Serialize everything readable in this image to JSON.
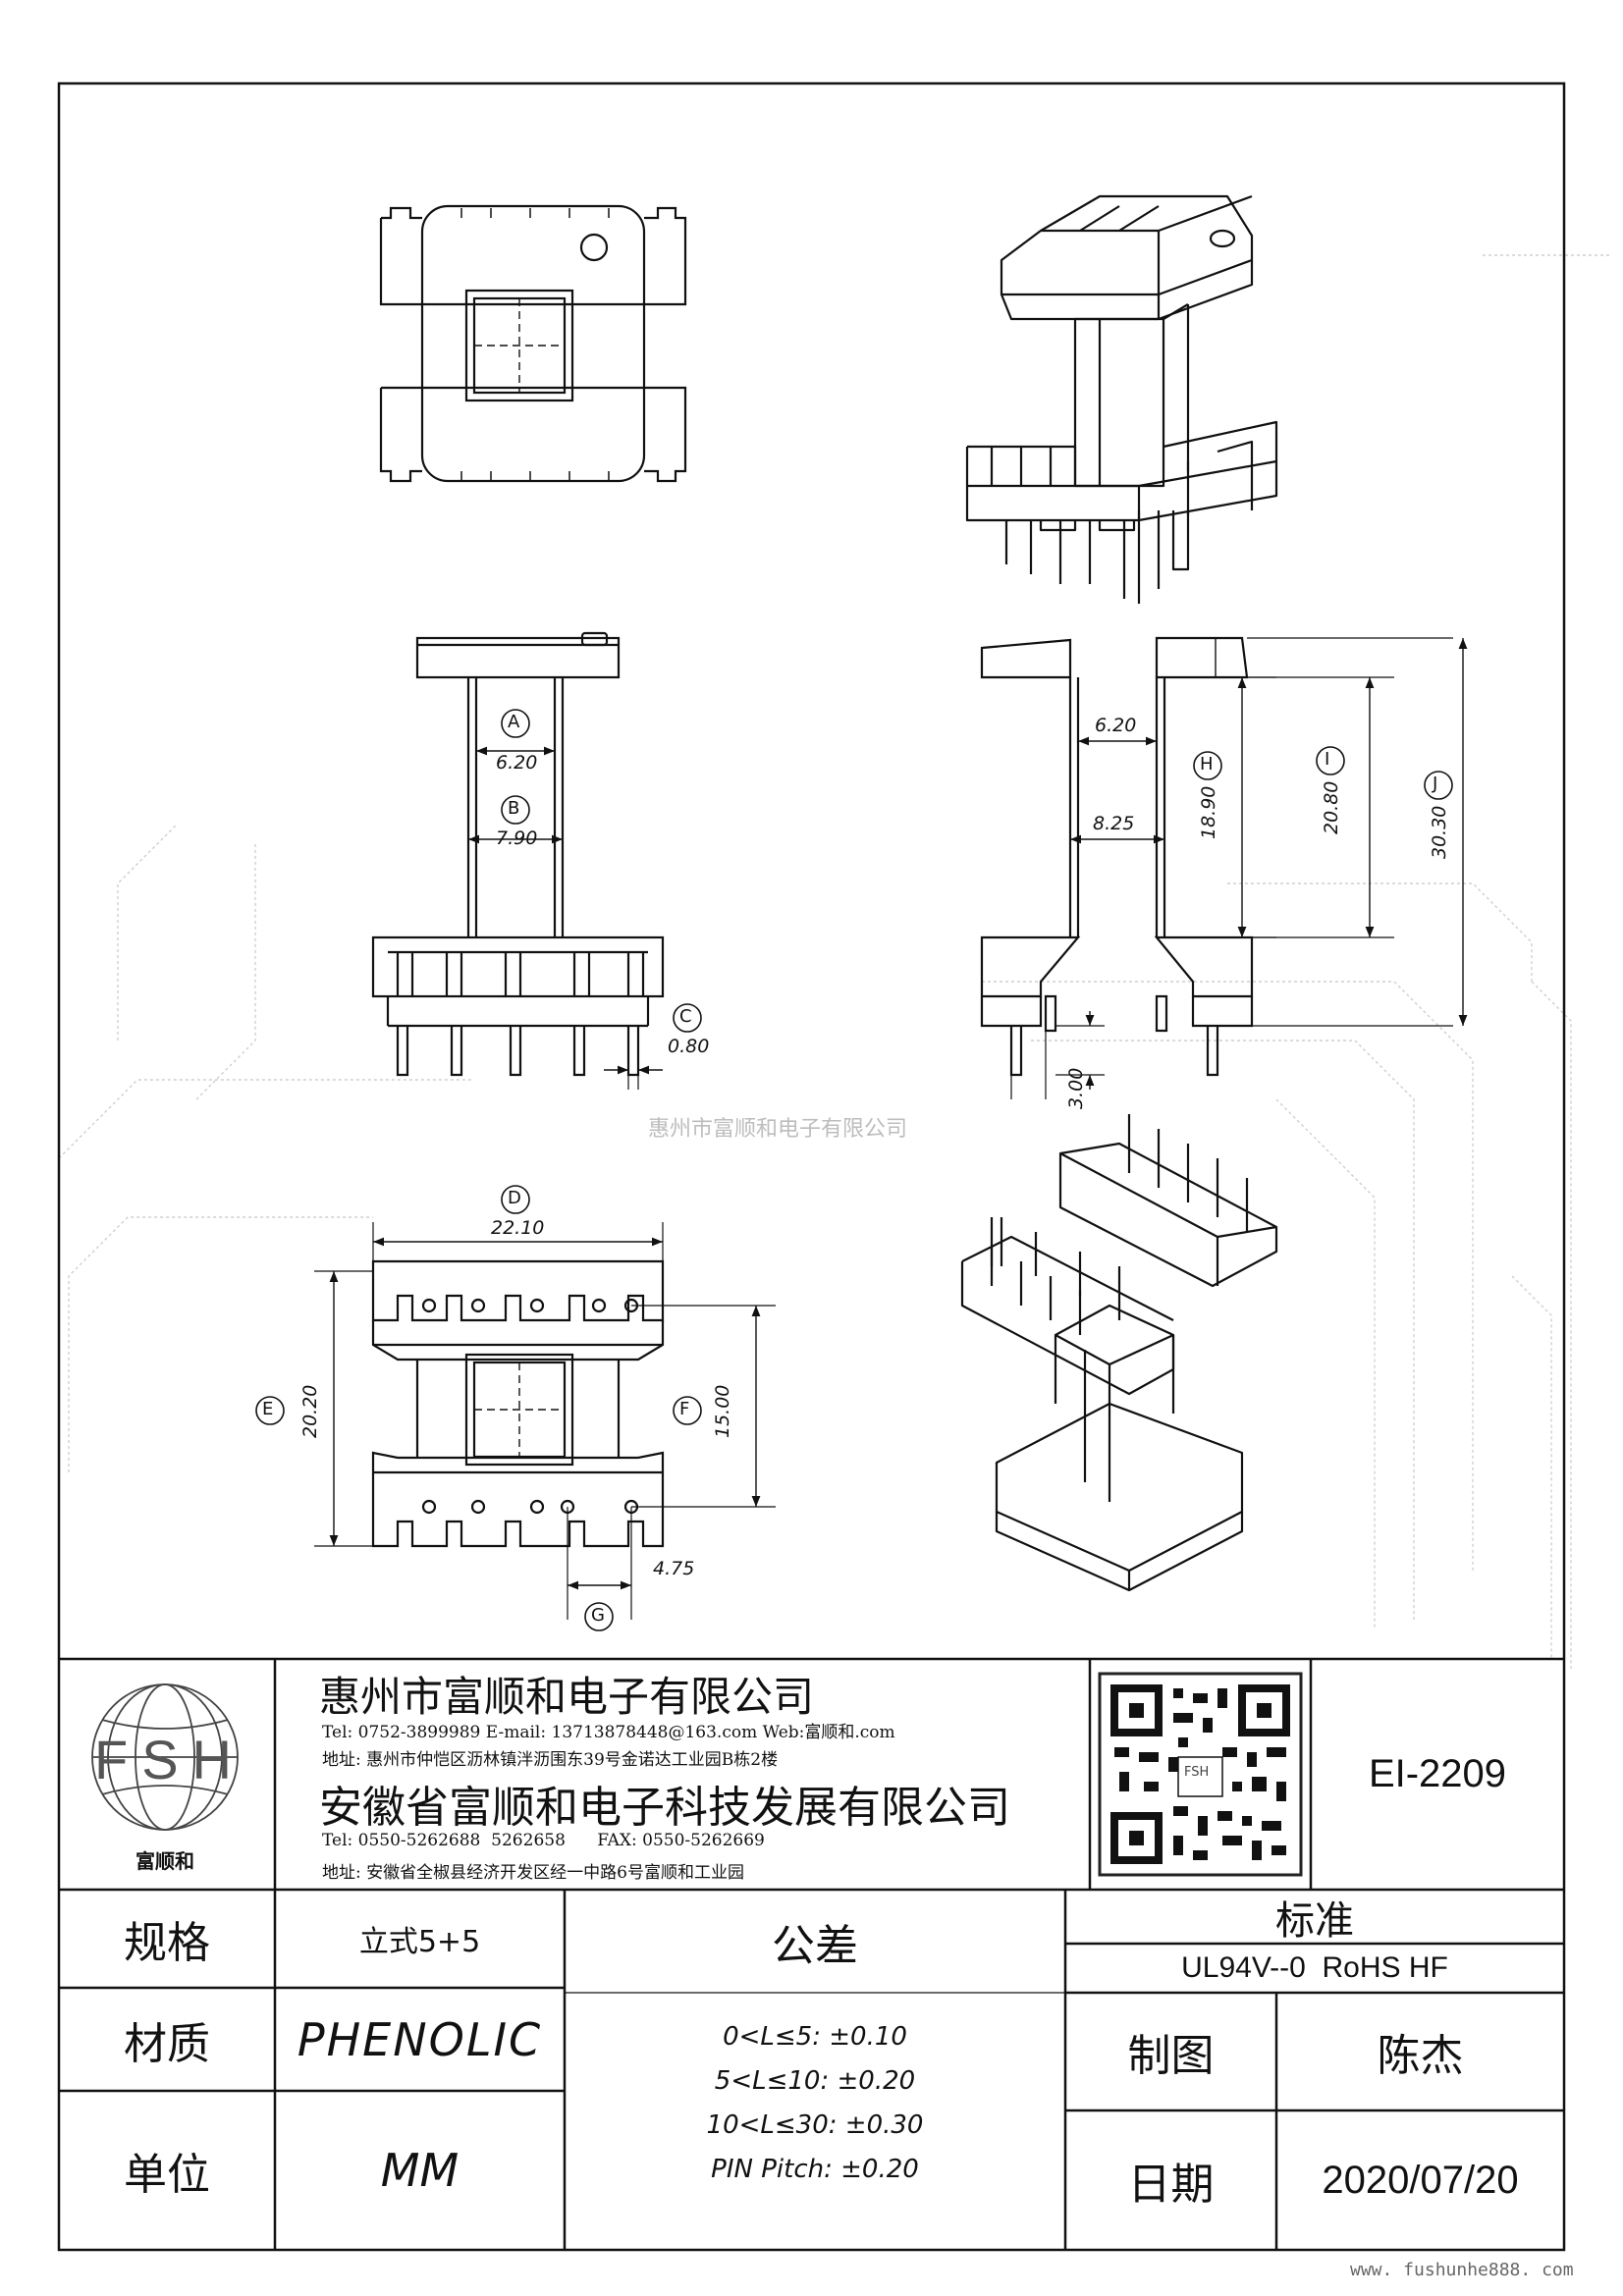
{
  "watermark": "惠州市富顺和电子有限公司",
  "dimensions": {
    "A": {
      "letter": "A",
      "value": "6.20"
    },
    "B": {
      "letter": "B",
      "value": "7.90"
    },
    "C": {
      "letter": "C",
      "value": "0.80"
    },
    "D": {
      "letter": "D",
      "value": "22.10"
    },
    "E": {
      "letter": "E",
      "value": "20.20"
    },
    "F": {
      "letter": "F",
      "value": "15.00"
    },
    "G": {
      "letter": "G",
      "value": "4.75"
    },
    "H": {
      "letter": "H",
      "value": "18.90"
    },
    "I": {
      "letter": "I",
      "value": "20.80"
    },
    "J": {
      "letter": "J",
      "value": "30.30"
    },
    "side_inner_width": "6.20",
    "side_outer_width": "8.25",
    "pin_length": "3.00"
  },
  "title_block": {
    "logo_text": "FSH",
    "logo_caption": "富顺和",
    "company1": {
      "name": "惠州市富顺和电子有限公司",
      "contact": "Tel: 0752-3899989  E-mail: 13713878448@163.com  Web:富顺和.com",
      "address": "地址: 惠州市仲恺区沥林镇泮沥围东39号金诺达工业园B栋2楼"
    },
    "company2": {
      "name": "安徽省富顺和电子科技发展有限公司",
      "contact": "Tel: 0550-5262688  5262658      FAX: 0550-5262669",
      "address": "地址: 安徽省全椒县经济开发区经一中路6号富顺和工业园"
    },
    "qr_caption": "FSH",
    "part_number": "EI-2209",
    "spec_label": "规格",
    "spec_value": "立式5+5",
    "material_label": "材质",
    "material_value": "PHENOLIC",
    "unit_label": "单位",
    "unit_value": "MM",
    "tolerance_label": "公差",
    "tolerances": [
      "0<L≤5: ±0.10",
      "5<L≤10: ±0.20",
      "10<L≤30: ±0.30",
      "PIN Pitch: ±0.20"
    ],
    "standard_label": "标准",
    "standard_value": "UL94V--0  RoHS HF",
    "drawn_label": "制图",
    "drawn_value": "陈杰",
    "date_label": "日期",
    "date_value": "2020/07/20"
  },
  "website": "www. fushunhe888. com"
}
